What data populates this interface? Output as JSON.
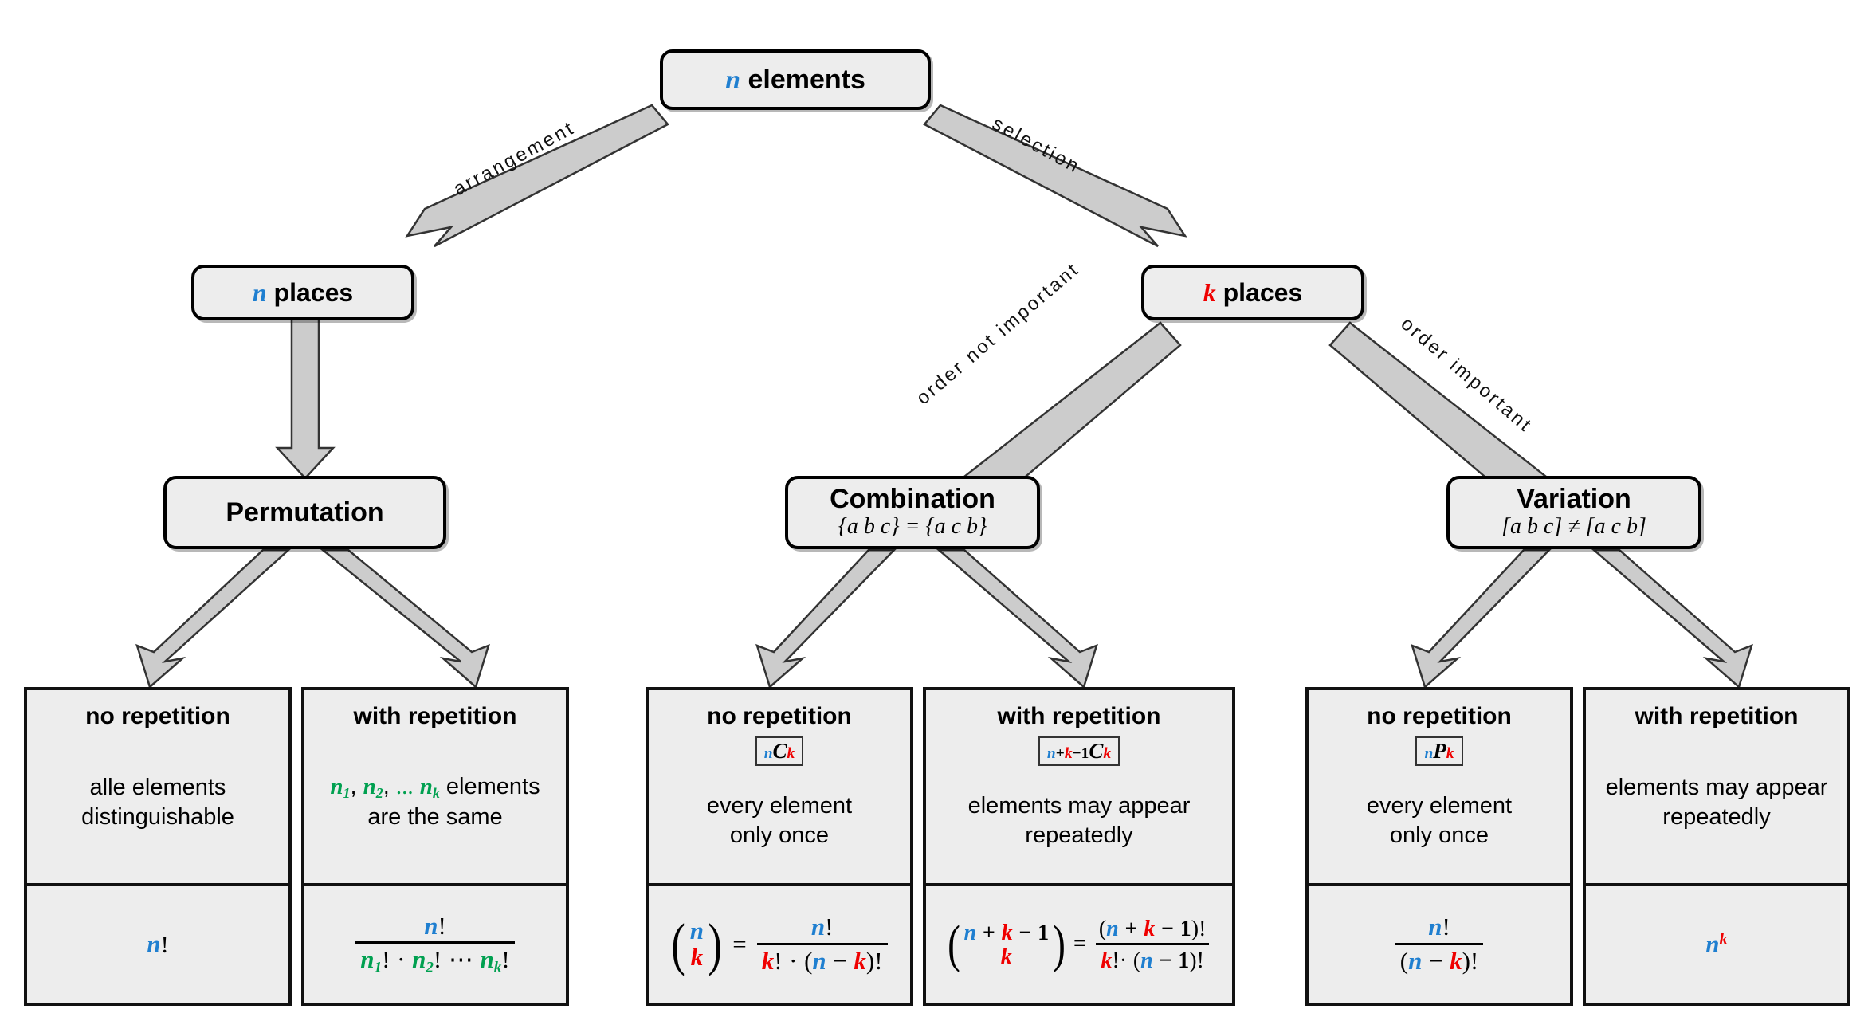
{
  "diagram": {
    "title": "Combinatorics decision tree",
    "colors": {
      "n": "#1f7fd0",
      "k": "#ef0000",
      "green": "#00a050",
      "node_fill": "#ededed",
      "border": "#111111",
      "arrow_fill": "#cccccc"
    }
  },
  "nodes": {
    "root": {
      "var": "n",
      "label": "elements"
    },
    "n_places": {
      "var": "n",
      "label": "places"
    },
    "k_places": {
      "var": "k",
      "label": "places"
    },
    "permutation": {
      "title": "Permutation",
      "sub": ""
    },
    "combination": {
      "title": "Combination",
      "sub": "{a b c} = {a c b}"
    },
    "variation": {
      "title": "Variation",
      "sub": "[a b c] ≠ [a c b]"
    }
  },
  "edges": [
    {
      "name": "arrangement",
      "label": "arrangement",
      "from": "root",
      "to": "n_places"
    },
    {
      "name": "selection",
      "label": "selection",
      "from": "root",
      "to": "k_places"
    },
    {
      "name": "permutation-link",
      "label": "",
      "from": "n_places",
      "to": "permutation"
    },
    {
      "name": "order-not-important",
      "label": "order not important",
      "from": "k_places",
      "to": "combination"
    },
    {
      "name": "order-important",
      "label": "order important",
      "from": "k_places",
      "to": "variation"
    },
    {
      "name": "perm-no-rep",
      "label": "",
      "from": "permutation",
      "to": "card-perm-no-rep"
    },
    {
      "name": "perm-with-rep",
      "label": "",
      "from": "permutation",
      "to": "card-perm-with-rep"
    },
    {
      "name": "comb-no-rep",
      "label": "",
      "from": "combination",
      "to": "card-comb-no-rep"
    },
    {
      "name": "comb-with-rep",
      "label": "",
      "from": "combination",
      "to": "card-comb-with-rep"
    },
    {
      "name": "var-no-rep",
      "label": "",
      "from": "variation",
      "to": "card-var-no-rep"
    },
    {
      "name": "var-with-rep",
      "label": "",
      "from": "variation",
      "to": "card-var-with-rep"
    }
  ],
  "cards": {
    "perm_no_rep": {
      "header": "no repetition",
      "badge": "",
      "desc_line1": "alle elements",
      "desc_line2": "distinguishable"
    },
    "perm_with_rep": {
      "header": "with repetition",
      "badge": "",
      "desc_line1": "elements",
      "desc_line2": "are the same"
    },
    "comb_no_rep": {
      "header": "no repetition",
      "badge": "nCk",
      "desc_line1": "every element",
      "desc_line2": "only once"
    },
    "comb_with_rep": {
      "header": "with repetition",
      "badge": "n+k−1Ck",
      "desc_line1": "elements may appear",
      "desc_line2": "repeatedly"
    },
    "var_no_rep": {
      "header": "no repetition",
      "badge": "nPk",
      "desc_line1": "every element",
      "desc_line2": "only once"
    },
    "var_with_rep": {
      "header": "with repetition",
      "badge": "",
      "desc_line1": "elements may appear",
      "desc_line2": "repeatedly"
    }
  },
  "formulas": {
    "perm_no_rep": "n!",
    "perm_with_rep": "n! / (n1! · n2! ⋯ nk!)",
    "comb_no_rep": "(n choose k) = n! / (k! · (n − k)!)",
    "comb_with_rep": "(n + k − 1 choose k) = (n + k − 1)! / (k! · (n − 1)!)",
    "var_no_rep": "n! / (n − k)!",
    "var_with_rep": "n^k"
  },
  "glyphs": {
    "n": "n",
    "k": "k",
    "one": "1",
    "bang": "!",
    "dot": "·",
    "ellipsis": "⋯",
    "plus": "+",
    "minus": "−",
    "equals": "=",
    "comma": ",",
    "dots": "...",
    "lparen": "(",
    "rparen": ")",
    "C": "C",
    "P": "P",
    "sub1": "1",
    "sub2": "2",
    "subk": "k",
    "elements_word": "elements"
  }
}
